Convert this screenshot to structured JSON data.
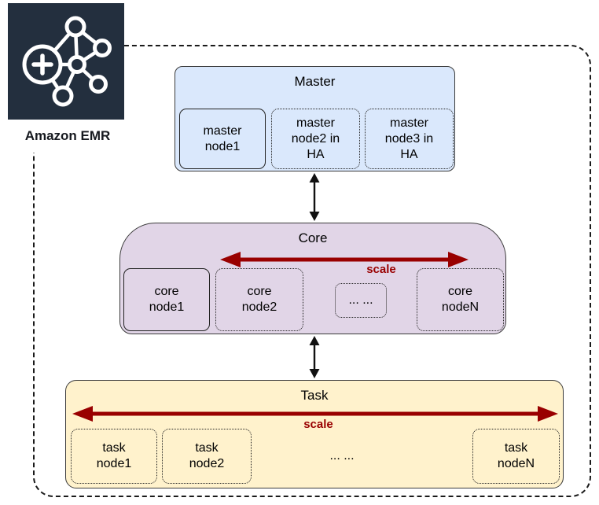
{
  "diagram": {
    "logo": {
      "label": "Amazon EMR"
    },
    "master": {
      "title": "Master",
      "nodes": [
        {
          "label": "master\nnode1",
          "style": "solid"
        },
        {
          "label": "master\nnode2 in\nHA",
          "style": "dotted"
        },
        {
          "label": "master\nnode3 in\nHA",
          "style": "dotted"
        }
      ]
    },
    "core": {
      "title": "Core",
      "scale_label": "scale",
      "nodes": [
        {
          "label": "core\nnode1",
          "style": "solid"
        },
        {
          "label": "core\nnode2",
          "style": "dotted"
        },
        {
          "label": "... ...",
          "style": "dotted"
        },
        {
          "label": "core\nnodeN",
          "style": "dotted"
        }
      ]
    },
    "task": {
      "title": "Task",
      "scale_label": "scale",
      "nodes": [
        {
          "label": "task\nnode1",
          "style": "dotted"
        },
        {
          "label": "task\nnode2",
          "style": "dotted"
        },
        {
          "label": "... ...",
          "style": "none"
        },
        {
          "label": "task\nnodeN",
          "style": "dotted"
        }
      ]
    },
    "colors": {
      "master_fill": "#dae8fc",
      "core_fill": "#e1d5e7",
      "task_fill": "#fff2cc",
      "scale_red": "#990000",
      "emr_navy": "#232f3e"
    }
  }
}
